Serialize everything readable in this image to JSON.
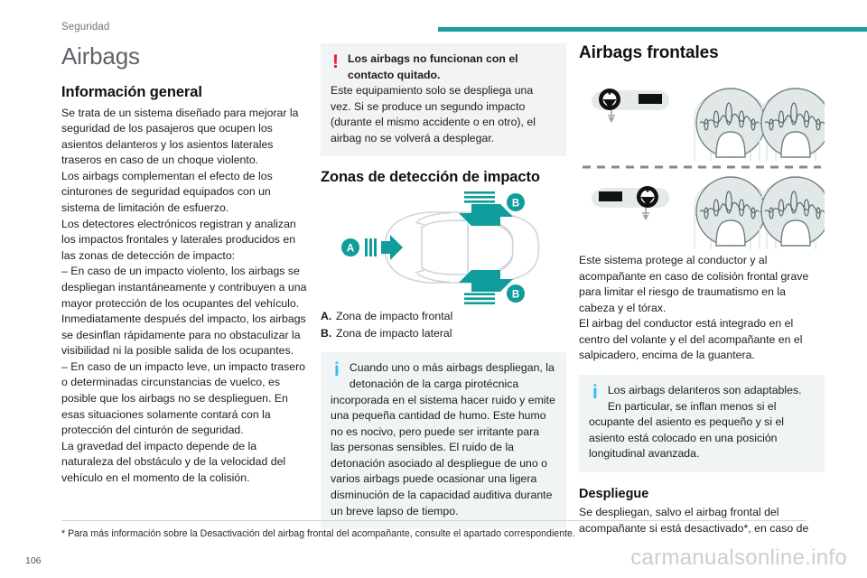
{
  "header": {
    "breadcrumb": "Seguridad",
    "rule_color": "#1c9c9c"
  },
  "doc": {
    "title": "Airbags"
  },
  "left_column": {
    "section_title": "Información general",
    "paragraphs": [
      "Se trata de un sistema diseñado para mejorar la seguridad de los pasajeros que ocupen los asientos delanteros y los asientos laterales traseros en caso de un choque violento.",
      "Los airbags complementan el efecto de los cinturones de seguridad equipados con un sistema de limitación de esfuerzo.",
      "Los detectores electrónicos registran y analizan los impactos frontales y laterales producidos en las zonas de detección de impacto:",
      "–  En caso de un impacto violento, los airbags se despliegan instantáneamente y contribuyen a una mayor protección de los ocupantes del vehículo. Inmediatamente después del impacto, los airbags se desinflan rápidamente para no obstaculizar la visibilidad ni la posible salida de los ocupantes.",
      "–  En caso de un impacto leve, un impacto trasero o determinadas circunstancias de vuelco, es posible que los airbags no se desplieguen. En esas situaciones solamente contará con la protección del cinturón de seguridad.",
      "La gravedad del impacto depende de la naturaleza del obstáculo y de la velocidad del vehículo en el momento de la colisión."
    ]
  },
  "middle_column": {
    "warning": {
      "icon": "exclamation-icon",
      "icon_glyph": "!",
      "icon_color": "#e8192c",
      "lead": "Los airbags no funcionan con el contacto quitado.",
      "body": "Este equipamiento solo se despliega una vez. Si se produce un segundo impacto (durante el mismo accidente o en otro), el airbag no se volverá a desplegar."
    },
    "section_title": "Zonas de detección de impacto",
    "figure": {
      "name": "impact-detection-zones-diagram",
      "marker_a": "A",
      "marker_b": "B",
      "accent_color": "#1c9c9c"
    },
    "legend": [
      {
        "key": "A.",
        "text": "Zona de impacto frontal"
      },
      {
        "key": "B.",
        "text": "Zona de impacto lateral"
      }
    ],
    "info": {
      "icon": "info-icon",
      "icon_glyph": "i",
      "icon_color": "#33bdf0",
      "lead": "Cuando uno o más airbags despliegan, la detonación de la carga pirotécnica",
      "body": "incorporada en el sistema hacer ruido y emite una pequeña cantidad de humo. Este humo no es nocivo, pero puede ser irritante para las personas sensibles. El ruido de la detonación asociado al despliegue de uno o varios airbags puede ocasionar una ligera disminución de la capacidad auditiva durante un breve lapso de tiempo."
    }
  },
  "right_column": {
    "section_title": "Airbags frontales",
    "figure": {
      "name": "front-airbags-diagram",
      "description": "Volante y salpicadero con airbags frontales desplegados, configuración volante a la izquierda y a la derecha"
    },
    "paragraphs": [
      "Este sistema protege al conductor y al acompañante en caso de colisión frontal grave para limitar el riesgo de traumatismo en la cabeza y el tórax.",
      "El airbag del conductor está integrado en el centro del volante y el del acompañante en el salpicadero, encima de la guantera."
    ],
    "info": {
      "icon": "info-icon",
      "icon_glyph": "i",
      "icon_color": "#33bdf0",
      "lead": "Los airbags delanteros son adaptables. En particular, se inflan menos si el",
      "body": "ocupante del asiento es pequeño y si el asiento está colocado en una posición longitudinal avanzada."
    },
    "sub_title": "Despliegue",
    "sub_paragraph": "Se despliegan, salvo el airbag frontal del acompañante si está desactivado*, en caso de"
  },
  "footer": {
    "footnote": "* Para más información sobre la Desactivación del airbag frontal del acompañante, consulte el apartado correspondiente.",
    "page_number": "106",
    "watermark": "carmanualsonline.info"
  }
}
